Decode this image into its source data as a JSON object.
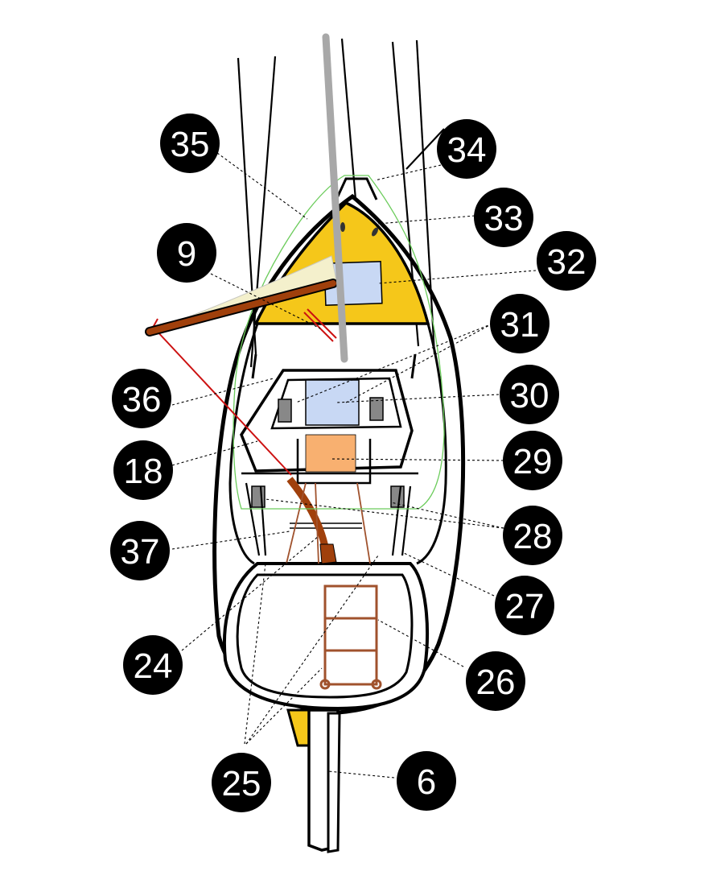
{
  "labels": [
    {
      "id": "35",
      "text": "35"
    },
    {
      "id": "34",
      "text": "34"
    },
    {
      "id": "33",
      "text": "33"
    },
    {
      "id": "9",
      "text": "9"
    },
    {
      "id": "32",
      "text": "32"
    },
    {
      "id": "31",
      "text": "31"
    },
    {
      "id": "30",
      "text": "30"
    },
    {
      "id": "36",
      "text": "36"
    },
    {
      "id": "18",
      "text": "18"
    },
    {
      "id": "29",
      "text": "29"
    },
    {
      "id": "28",
      "text": "28"
    },
    {
      "id": "37",
      "text": "37"
    },
    {
      "id": "27",
      "text": "27"
    },
    {
      "id": "24",
      "text": "24"
    },
    {
      "id": "26",
      "text": "26"
    },
    {
      "id": "25",
      "text": "25"
    },
    {
      "id": "6",
      "text": "6"
    }
  ],
  "colors": {
    "label_fill": "#000000",
    "label_text": "#ffffff",
    "foredeck": "#f5c71a",
    "hatch_blue": "#c8d8f4",
    "hatch_orange": "#f8b070",
    "boom": "#a0400c",
    "sheet_red": "#cc1111",
    "lifeline_green": "#6ccc5c",
    "wood": "#a0522d",
    "mast": "#a8a8a8"
  }
}
